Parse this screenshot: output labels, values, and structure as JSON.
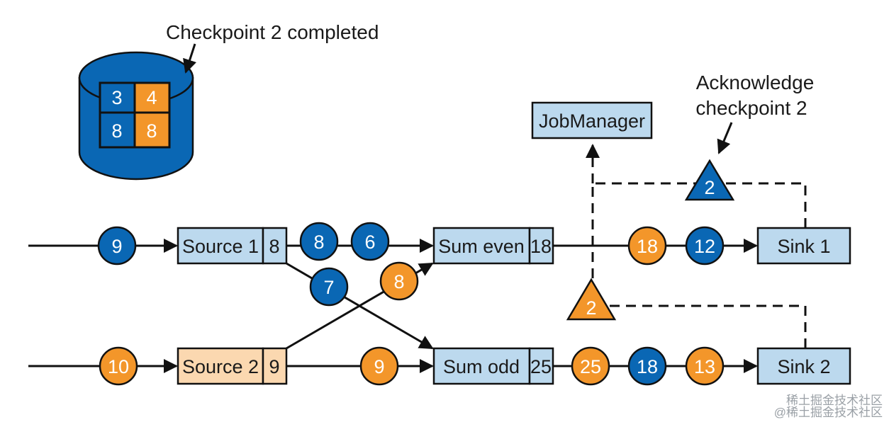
{
  "colors": {
    "blue": "#0a67b4",
    "orange": "#f3962a",
    "op_box": "#bcd9ee",
    "source2_box": "#fbd8b0",
    "line": "#111111"
  },
  "storage": {
    "caption": "Checkpoint 2 completed",
    "cells": [
      "3",
      "4",
      "8",
      "8"
    ]
  },
  "job_manager": {
    "label": "JobManager"
  },
  "ack": {
    "line1": "Acknowledge",
    "line2": "checkpoint 2"
  },
  "operators": {
    "source1": {
      "name": "Source 1",
      "state": "8"
    },
    "source2": {
      "name": "Source 2",
      "state": "9"
    },
    "sum_even": {
      "name": "Sum even",
      "state": "18"
    },
    "sum_odd": {
      "name": "Sum odd",
      "state": "25"
    },
    "sink1": {
      "name": "Sink 1"
    },
    "sink2": {
      "name": "Sink 2"
    }
  },
  "records": {
    "in_source1": "9",
    "in_source2": "10",
    "s1_even_a": "8",
    "s1_even_b": "6",
    "s1_to_odd": "7",
    "s2_to_even": "8",
    "s2_to_odd": "9",
    "even_out_a": "18",
    "even_out_b": "12",
    "odd_out_a": "25",
    "odd_out_b": "18",
    "odd_out_c": "13"
  },
  "ack_triangles": {
    "sink1": "2",
    "sink2": "2"
  },
  "watermark": {
    "line1": "稀土掘金技术社区",
    "line2": "@稀土掘金技术社区"
  }
}
